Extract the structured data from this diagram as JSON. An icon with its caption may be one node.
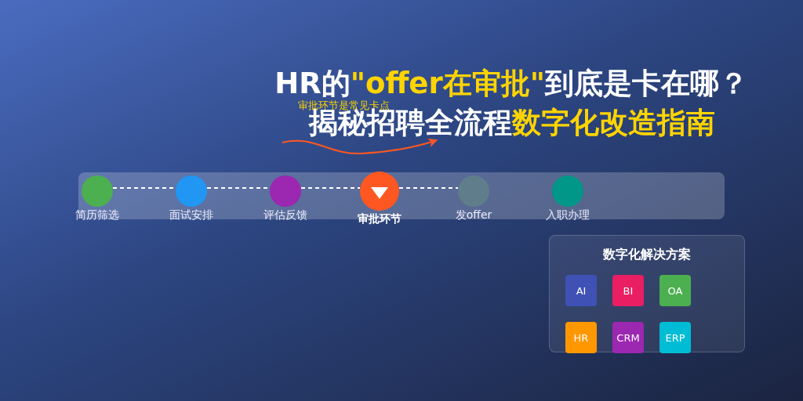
{
  "diagram": {
    "title": "HR的**\"offer在审批\"**到底是卡在哪？",
    "caption": "揭秘招聘全流程**数字化改造指南**",
    "nodes": [
      {
        "text": [],
        "shape": "bar"
      },
      {
        "text": [
          "简历筛选"
        ],
        "in": 0
      },
      {
        "text": [
          "面试安排"
        ],
        "in": 0
      },
      {
        "text": [
          "评估反馈"
        ],
        "in": 0
      },
      {
        "text": [
          "审批环节"
        ],
        "in": 0
      },
      {
        "text": [
          "发offer"
        ],
        "in": 0
      },
      {
        "text": [
          "入职办理"
        ],
        "in": 0
      },
      {
        "text": [
          "审批环节是常见卡点"
        ]
      },
      {
        "text": [
          "数字化解决方案"
        ]
      },
      {
        "text": [
          "AI"
        ],
        "in": 8
      },
      {
        "text": [
          "BI"
        ],
        "in": 8
      },
      {
        "text": [
          "OA"
        ],
        "in": 8
      },
      {
        "text": [
          "HR"
        ],
        "in": 8
      },
      {
        "text": [
          "CRM"
        ],
        "in": 8
      },
      {
        "text": [
          "ERP"
        ],
        "in": 8
      }
    ],
    "edges": [
      {
        "from": 1,
        "to": 2,
        "arrow": "none",
        "style": "dashed"
      },
      {
        "from": 2,
        "to": 3,
        "arrow": "none",
        "style": "dashed"
      },
      {
        "from": 3,
        "to": 4,
        "arrow": "none",
        "style": "dashed"
      },
      {
        "from": 4,
        "to": 5,
        "arrow": "none",
        "style": "dashed"
      },
      {
        "from": 7,
        "to": null,
        "arrow": "to",
        "color": "#ff5722"
      }
    ]
  }
}
